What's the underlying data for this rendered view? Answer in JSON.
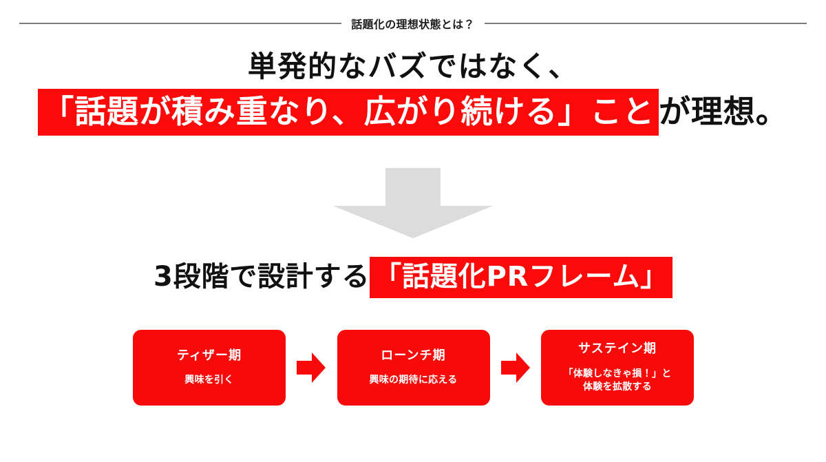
{
  "eyebrow": {
    "text": "話題化の理想状態とは？"
  },
  "headline": {
    "line1": "単発的なバズではなく、",
    "line2_highlight": "「話題が積み重なり、広がり続ける」こと",
    "line2_tail": "が理想。"
  },
  "arrow": {
    "down_icon": "arrow-down-icon",
    "color": "#DCDCDC"
  },
  "subhead": {
    "prefix": "3段階で設計する",
    "highlight": "「話題化PRフレーム」"
  },
  "flow": {
    "arrow_icon": "arrow-right-icon",
    "arrow_color": "#F80A0A",
    "box_color": "#F60A0A",
    "stages": [
      {
        "title": "ティザー期",
        "desc_line1": "興味を引く",
        "desc_line2": ""
      },
      {
        "title": "ローンチ期",
        "desc_line1": "興味の期待に応える",
        "desc_line2": ""
      },
      {
        "title": "サステイン期",
        "desc_line1": "「体験しなきゃ損！」と",
        "desc_line2": "体験を拡散する"
      }
    ]
  },
  "colors": {
    "accent_red": "#FB0A0A",
    "rule_gray": "#7A7A7A",
    "arrow_gray": "#DCDCDC",
    "text_black": "#111111"
  }
}
